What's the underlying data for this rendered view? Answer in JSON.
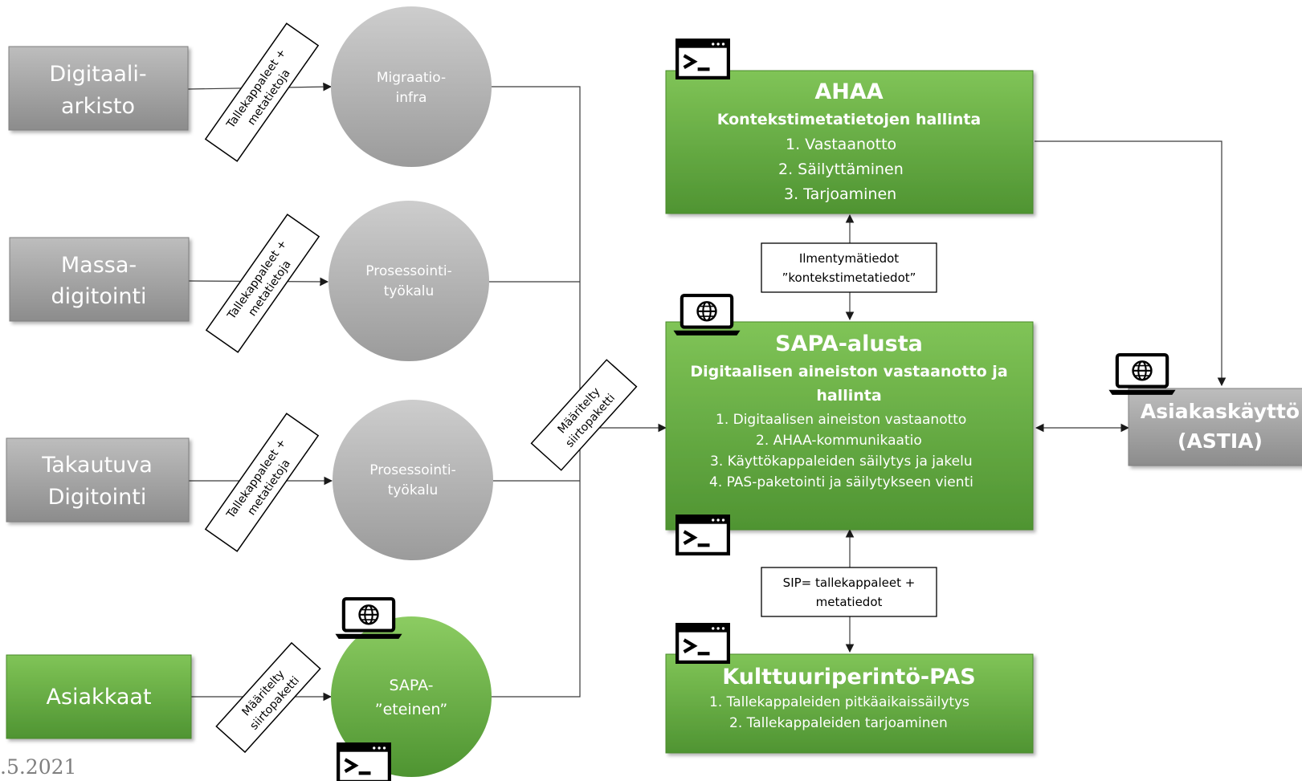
{
  "sources": [
    {
      "line1": "Digitaali-",
      "line2": "arkisto"
    },
    {
      "line1": "Massa-",
      "line2": "digitointi"
    },
    {
      "line1": "Takautuva",
      "line2": "Digitointi"
    },
    {
      "line1": "Asiakkaat"
    }
  ],
  "edge_labels": {
    "talle_line1": "Tallekappaleet +",
    "talle_line2": "metatietoja",
    "maaritelty_line1": "Määritelty",
    "maaritelty_line2": "siirtopaketti"
  },
  "tools": [
    {
      "line1": "Migraatio-",
      "line2": "infra"
    },
    {
      "line1": "Prosessointi-",
      "line2": "työkalu"
    },
    {
      "line1": "Prosessointi-",
      "line2": "työkalu"
    },
    {
      "line1": "SAPA-",
      "line2": "”eteinen”"
    }
  ],
  "ahaa": {
    "title": "AHAA",
    "subtitle": "Kontekstimetatietojen hallinta",
    "items": [
      "1.  Vastaanotto",
      "2.  Säilyttäminen",
      "3.  Tarjoaminen"
    ]
  },
  "ahaa_sapa_label": {
    "line1": "Ilmentymätiedot",
    "line2": "”kontekstimetatiedot”"
  },
  "sapa": {
    "title": "SAPA-alusta",
    "subtitle_line1": "Digitaalisen aineiston vastaanotto ja",
    "subtitle_line2": "hallinta",
    "items": [
      "1.  Digitaalisen aineiston vastaanotto",
      "2.  AHAA-kommunikaatio",
      "3.  Käyttökappaleiden säilytys ja jakelu",
      "4.  PAS-paketointi ja säilytykseen vienti"
    ]
  },
  "sip_label": {
    "line1": "SIP= tallekappaleet +",
    "line2": "metatiedot"
  },
  "pas": {
    "title": "Kulttuuriperintö-PAS",
    "items": [
      "1.  Tallekappaleiden pitkäaikaissäilytys",
      "2.  Tallekappaleiden tarjoaminen"
    ]
  },
  "astia": {
    "line1": "Asiakaskäyttö",
    "line2": "(ASTIA)"
  },
  "footer": {
    "date": ".5.2021"
  },
  "icons": [
    "terminal-icon",
    "web-laptop-icon"
  ],
  "colors": {
    "green_dark": "#5a9a3a",
    "green_light": "#7cbf52",
    "grey_dark": "#8a8a8a",
    "grey_light": "#c4c4c4"
  }
}
